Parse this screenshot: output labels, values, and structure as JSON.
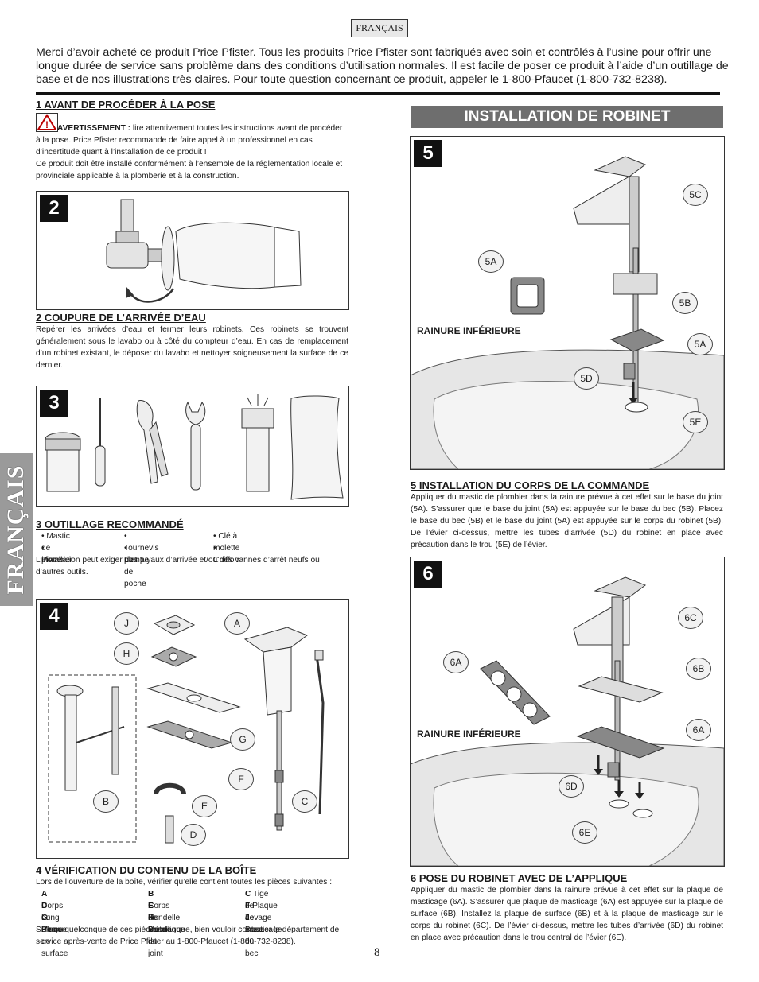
{
  "header": {
    "language_tab": "FRANÇAIS"
  },
  "intro": "Merci d’avoir acheté ce produit Price Pfister. Tous les produits Price Pfister sont fabriqués avec soin et contrôlés à l’usine pour offrir une longue durée de service sans problème dans des conditions d’utilisation normales. Il est facile de poser ce produit à l’aide d’un outillage de base et de nos illustrations très claires. Pour toute question concernant ce produit, appeler le 1-800-Pfaucet (1-800-732-8238).",
  "side_label": "FRANÇAIS",
  "section1": {
    "title": "1  AVANT DE PROCÉDER À LA POSE",
    "warning_label": "AVERTISSEMENT :",
    "warning_text": " lire attentivement toutes les instructions avant de procéder à la pose. Price Pfister recommande de faire appel à un professionnel en cas d’incertitude quant à l’installation de ce produit !",
    "warning_text2": "Ce produit doit être installé conformément à l’ensemble de la réglementation locale et provinciale applicable à la plomberie et à la construction."
  },
  "panel2": {
    "number": "2"
  },
  "section2": {
    "title": "2  COUPURE DE L’ARRIVÉE D’EAU",
    "text": "Repérer les arrivées d’eau et fermer leurs robinets. Ces robinets se trouvent généralement sous le lavabo ou à côté du compteur d’eau. En cas de remplacement d’un robinet existant, le déposer du lavabo et nettoyer soigneusement la surface de ce dernier."
  },
  "panel3": {
    "number": "3"
  },
  "section3": {
    "title": "3  OUTILLAGE RECOMMANDÉ",
    "tools": [
      "• Mastic de plombier",
      "• Tournevis plat",
      "• Clé à molette",
      "• Pince",
      "• Lampe de poche",
      "• Chiffon"
    ],
    "text": "L’installation peut exiger des tuyaux d’arrivée et/ou des vannes d’arrêt neufs ou d’autres outils."
  },
  "panel4": {
    "number": "4",
    "callouts": {
      "j": "J",
      "a": "A",
      "h": "H",
      "g": "G",
      "f": "F",
      "e": "E",
      "d": "D",
      "b": "B",
      "c": "C"
    }
  },
  "section4": {
    "title": "4  VÉRIFICATION DU CONTENU DE LA BOÎTE",
    "intro": "Lors de l’ouverture de la boîte, vérifier qu’elle contient toutes les pièces suivantes :",
    "parts": [
      {
        "letter": "A",
        "name": " Corps du Bec"
      },
      {
        "letter": "B",
        "name": " Corps de Bonde"
      },
      {
        "letter": "C",
        "name": " Tige de Levage"
      },
      {
        "letter": "D",
        "name": " Long e'crou"
      },
      {
        "letter": "E",
        "name": " Rondelle Métallique"
      },
      {
        "letter": "F",
        "name": " Plaque de masticage"
      },
      {
        "letter": "G",
        "name": " Plaque de surface"
      },
      {
        "letter": "H",
        "name": " Base du joint"
      },
      {
        "letter": "J",
        "name": " Base du bec"
      }
    ],
    "text": "Si l’une quelconque de ces pièces manque, bien vouloir contacter le département de service après-vente de Price Pfister au 1-800-Pfaucet (1-800-732-8238)."
  },
  "right_header": "INSTALLATION DE ROBINET",
  "panel5": {
    "number": "5",
    "rainure": "RAINURE INFÉRIEURE",
    "callouts": {
      "5a_top": "5A",
      "5c": "5C",
      "5b": "5B",
      "5a": "5A",
      "5d": "5D",
      "5e": "5E"
    }
  },
  "section5": {
    "title": "5  INSTALLATION DU CORPS DE LA COMMANDE",
    "text": "Appliquer du mastic de plombier dans la rainure prévue à cet effet sur le base du joint (5A). S’assurer que le base du joint (5A) est appuyée sur le base du bec (5B). Placez le base du bec (5B) et le base du joint (5A) est appuyée sur le corps du robinet (5B). De l’évier ci-dessus, mettre les tubes d’arrivée (5D) du robinet en place avec précaution dans le trou (5E) de l’évier."
  },
  "panel6": {
    "number": "6",
    "rainure": "RAINURE INFÉRIEURE",
    "callouts": {
      "6a_top": "6A",
      "6c": "6C",
      "6b": "6B",
      "6a": "6A",
      "6d": "6D",
      "6e": "6E"
    }
  },
  "section6": {
    "title": "6  POSE DU ROBINET AVEC DE L’APPLIQUE",
    "text": "Appliquer du mastic de plombier dans la rainure prévue à cet effet sur la plaque de masticage (6A). S’assurer que plaque de masticage (6A) est appuyée sur la plaque de surface (6B). Installez la plaque de surface (6B) et à la plaque de masticage sur le corps du robinet (6C). De l’évier ci-dessus, mettre les tubes d’arrivée (6D) du robinet en place avec précaution dans le trou central de l’évier (6E)."
  },
  "page_number": "8"
}
